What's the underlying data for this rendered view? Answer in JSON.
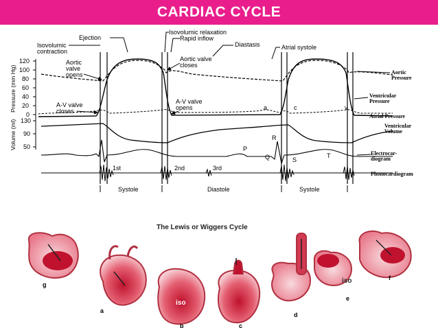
{
  "header": {
    "title": "CARDIAC CYCLE"
  },
  "colors": {
    "header_bg": "#e91e8c",
    "header_text": "#ffffff",
    "heart_red": "#c0122e",
    "heart_pink": "#f3c1c6"
  },
  "chart_data": {
    "type": "line",
    "y_axis_pressure": {
      "label": "Pressure (mm Hg)",
      "ticks": [
        120,
        100,
        80,
        60,
        40,
        20,
        0
      ]
    },
    "y_axis_volume": {
      "label": "Volume (ml)",
      "ticks": [
        130,
        90,
        50
      ]
    },
    "phase_labels": {
      "ejection": "Ejection",
      "isovolumic_contraction": "Isovolumic contraction",
      "isovolumic_relaxation": "Isovolumic relaxation",
      "rapid_inflow": "Rapid inflow",
      "diastasis": "Diastasis",
      "atrial_systole": "Atrial systole"
    },
    "annotations": {
      "aortic_valve_opens": "Aortic valve opens",
      "aortic_valve_closes": "Aortic valve closes",
      "av_valve_closes": "A-V valve closes",
      "av_valve_opens": "A-V valve opens",
      "a_wave": "a",
      "c_wave": "c",
      "v_wave": "v",
      "p_wave": "P",
      "q_wave": "Q",
      "r_wave": "R",
      "s_wave": "S",
      "t_wave": "T",
      "sound_1st": "1st",
      "sound_2nd": "2nd",
      "sound_3rd": "3rd"
    },
    "series_labels": {
      "aortic_pressure": "Aortic Pressure",
      "ventricular_pressure": "Ventricular Pressure",
      "atrial_pressure": "Atrial Pressure",
      "ventricular_volume": "Ventricular Volume",
      "electrocardiogram": "Electrocar- diogram",
      "phonocardiogram": "Phonocardiogram"
    },
    "cycle_labels": {
      "systole_1": "Systole",
      "diastole": "Diastole",
      "systole_2": "Systole"
    }
  },
  "lower_figure": {
    "title": "The Lewis or Wiggers Cycle",
    "hearts": [
      {
        "letter": "g"
      },
      {
        "letter": "a"
      },
      {
        "letter": "b",
        "inner": "iso"
      },
      {
        "letter": "c"
      },
      {
        "letter": "d"
      },
      {
        "letter": "e",
        "inner": "iso"
      },
      {
        "letter": "f"
      }
    ]
  }
}
